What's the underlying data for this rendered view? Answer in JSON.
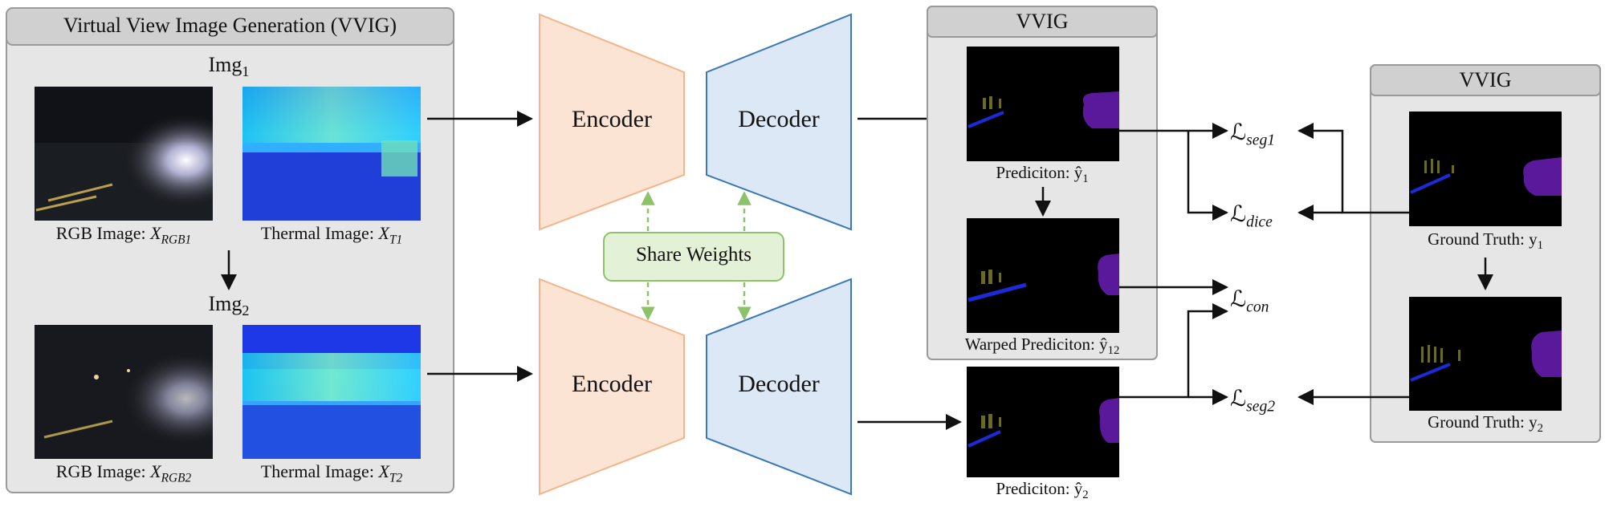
{
  "vvig_main": {
    "title": "Virtual View Image Generation (VVIG)"
  },
  "img1": {
    "label": "Img",
    "sub": "1"
  },
  "img2": {
    "label": "Img",
    "sub": "2"
  },
  "rgb1": {
    "prefix": "RGB Image: ",
    "symbol": "X",
    "sub": "RGB1"
  },
  "thermal1": {
    "prefix": "Thermal Image: ",
    "symbol": "X",
    "sub": "T1"
  },
  "rgb2": {
    "prefix": "RGB Image: ",
    "symbol": "X",
    "sub": "RGB2"
  },
  "thermal2": {
    "prefix": "Thermal Image: ",
    "symbol": "X",
    "sub": "T2"
  },
  "net": {
    "encoder": "Encoder",
    "decoder": "Decoder",
    "share": "Share Weights"
  },
  "vvig_mid": {
    "title": "VVIG"
  },
  "vvig_right": {
    "title": "VVIG"
  },
  "pred1": {
    "prefix": "Prediciton: ",
    "symbol": "ŷ",
    "sub": "1"
  },
  "warped": {
    "prefix": "Warped Prediciton: ",
    "symbol": "ŷ",
    "sub": "12"
  },
  "pred2": {
    "prefix": "Prediciton: ",
    "symbol": "ŷ",
    "sub": "2"
  },
  "gt1": {
    "prefix": "Ground Truth: ",
    "symbol": "y",
    "sub": "1"
  },
  "gt2": {
    "prefix": "Ground Truth: ",
    "symbol": "y",
    "sub": "2"
  },
  "losses": {
    "symbol": "ℒ",
    "seg1": "seg1",
    "dice": "dice",
    "con": "con",
    "seg2": "seg2"
  },
  "colors": {
    "encoder_fill": "#fce4d4",
    "encoder_stroke": "#f4b48a",
    "decoder_fill": "#dce8f5",
    "decoder_stroke": "#3a78b8",
    "share_fill": "#e3f2d6",
    "share_stroke": "#8cc26a",
    "panel_fill": "#e6e6e6",
    "panel_stroke": "#9a9a9a",
    "header_fill": "#d0d0d0"
  }
}
